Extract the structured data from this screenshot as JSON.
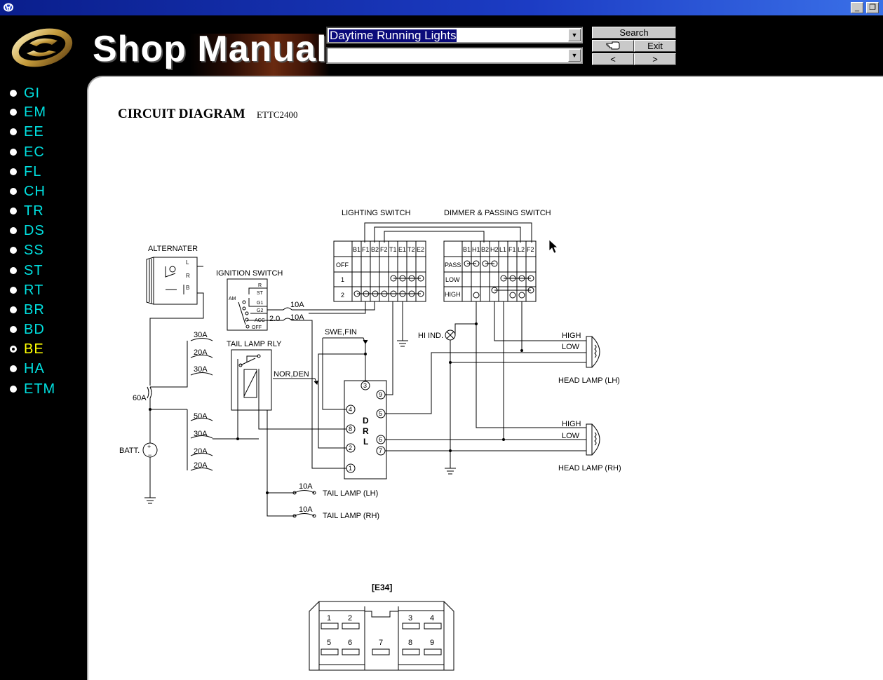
{
  "window": {
    "app_title": "Shop Manual",
    "minimize_glyph": "_",
    "restore_glyph": "❐"
  },
  "combo": {
    "primary_value": "Daytime Running Lights",
    "secondary_value": ""
  },
  "toolbar": {
    "search_label": "Search",
    "exit_label": "Exit",
    "prev_glyph": "<",
    "next_glyph": ">"
  },
  "sidebar": {
    "items": [
      {
        "label": "GI"
      },
      {
        "label": "EM"
      },
      {
        "label": "EE"
      },
      {
        "label": "EC"
      },
      {
        "label": "FL"
      },
      {
        "label": "CH"
      },
      {
        "label": "TR"
      },
      {
        "label": "DS"
      },
      {
        "label": "SS"
      },
      {
        "label": "ST"
      },
      {
        "label": "RT"
      },
      {
        "label": "BR"
      },
      {
        "label": "BD"
      },
      {
        "label": "BE"
      },
      {
        "label": "HA"
      },
      {
        "label": "ETM"
      }
    ],
    "active": "BE"
  },
  "content": {
    "title": "CIRCUIT DIAGRAM",
    "code": "ETTC2400"
  },
  "diagram": {
    "lighting_switch": "LIGHTING SWITCH",
    "dimmer_switch": "DIMMER & PASSING SWITCH",
    "alternator": "ALTERNATER",
    "ignition_switch": "IGNITION SWITCH",
    "tail_lamp_rly": "TAIL LAMP RLY",
    "batt": "BATT.",
    "hi_ind": "HI IND.",
    "swe_fin": "SWE,FIN",
    "nor_den": "NOR,DEN",
    "head_lamp_lh": "HEAD LAMP (LH)",
    "head_lamp_rh": "HEAD LAMP (RH)",
    "tail_lamp_lh": "TAIL LAMP (LH)",
    "tail_lamp_rh": "TAIL LAMP (RH)",
    "high": "HIGH",
    "low": "LOW",
    "wire_size": "2.0",
    "connector_id": "[E34]",
    "drl_letters": [
      "D",
      "R",
      "L"
    ],
    "alt_terms": [
      "L",
      "R",
      "B"
    ],
    "ign_terms": [
      "R",
      "ST",
      "G1",
      "G2",
      "ACC",
      "OFF",
      "AM"
    ],
    "ls_cols": [
      "B1",
      "F1",
      "B2",
      "F2",
      "T1",
      "E1",
      "T2",
      "E2"
    ],
    "ls_rows": [
      "OFF",
      "1",
      "2"
    ],
    "ds_cols": [
      "B1",
      "H1",
      "B2",
      "H2",
      "L1",
      "F1",
      "L2",
      "F2"
    ],
    "ds_rows": [
      "PASS",
      "LOW",
      "HIGH"
    ],
    "fuses_left": [
      "30A",
      "20A",
      "30A",
      "50A",
      "30A",
      "20A",
      "20A"
    ],
    "fuse_60": "60A",
    "fuse_10": [
      "10A",
      "10A",
      "10A",
      "10A"
    ],
    "drl_pins": [
      "3",
      "4",
      "8",
      "2",
      "1",
      "9",
      "5",
      "6",
      "7"
    ],
    "connector_pins": [
      "1",
      "2",
      "3",
      "4",
      "5",
      "6",
      "7",
      "8",
      "9"
    ]
  }
}
